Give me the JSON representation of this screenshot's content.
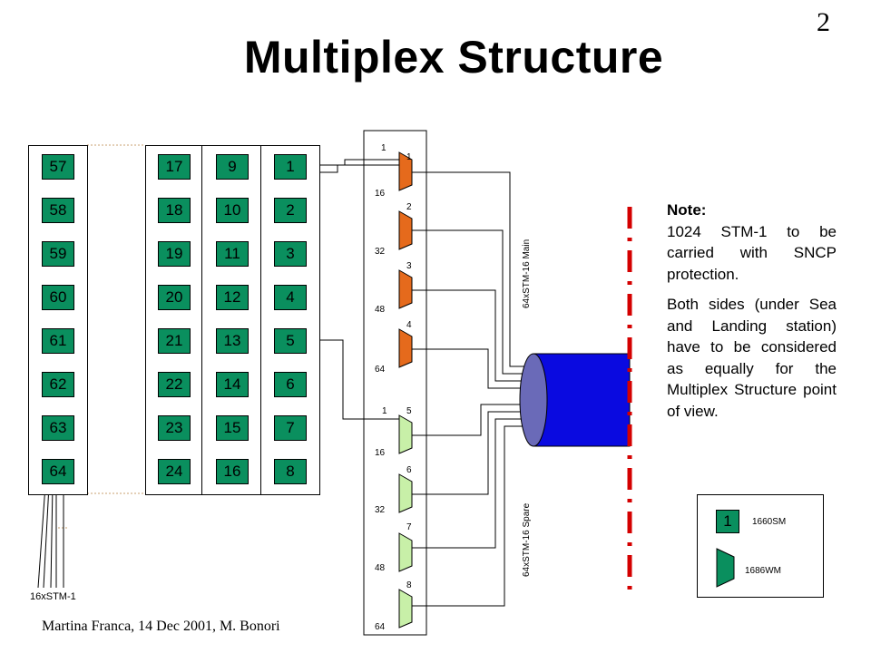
{
  "page_number": "2",
  "title": "Multiplex Structure",
  "columns": [
    {
      "id": "col-57",
      "cells": [
        "57",
        "58",
        "59",
        "60",
        "61",
        "62",
        "63",
        "64"
      ]
    },
    {
      "id": "col-17",
      "cells": [
        "17",
        "18",
        "19",
        "20",
        "21",
        "22",
        "23",
        "24"
      ]
    },
    {
      "id": "col-9",
      "cells": [
        "9",
        "10",
        "11",
        "12",
        "13",
        "14",
        "15",
        "16"
      ]
    },
    {
      "id": "col-1",
      "cells": [
        "1",
        "2",
        "3",
        "4",
        "5",
        "6",
        "7",
        "8"
      ]
    }
  ],
  "mux_labels": {
    "group_top": [
      "1",
      "16",
      "32",
      "48",
      "64"
    ],
    "group_bottom": [
      "1",
      "16",
      "32",
      "48",
      "64"
    ],
    "mux_numbers": [
      "1",
      "2",
      "3",
      "4",
      "5",
      "6",
      "7",
      "8"
    ]
  },
  "link_main": "64xSTM-16  Main",
  "link_spare": "64xSTM-16  Spare",
  "bundle_label": "16xSTM-1",
  "note": {
    "heading": "Note:",
    "line1": "1024 STM-1 to be carried with SNCP protection.",
    "line2": "Both sides (under Sea and Landing station) have to be considered as equally for the Multiplex Structure point of view."
  },
  "legend": {
    "cell_value": "1",
    "cell_label": "1660SM",
    "shape_label": "1686WM"
  },
  "footer": "Martina Franca, 14 Dec 2001, M. Bonori",
  "colors": {
    "cell": "#0a8f5e",
    "mux_main": "#e56a1c",
    "mux_spare": "#c8f0a8",
    "cable_body": "#0a0ae0",
    "cable_end": "#6a6ab8",
    "divider": "#d40000"
  }
}
